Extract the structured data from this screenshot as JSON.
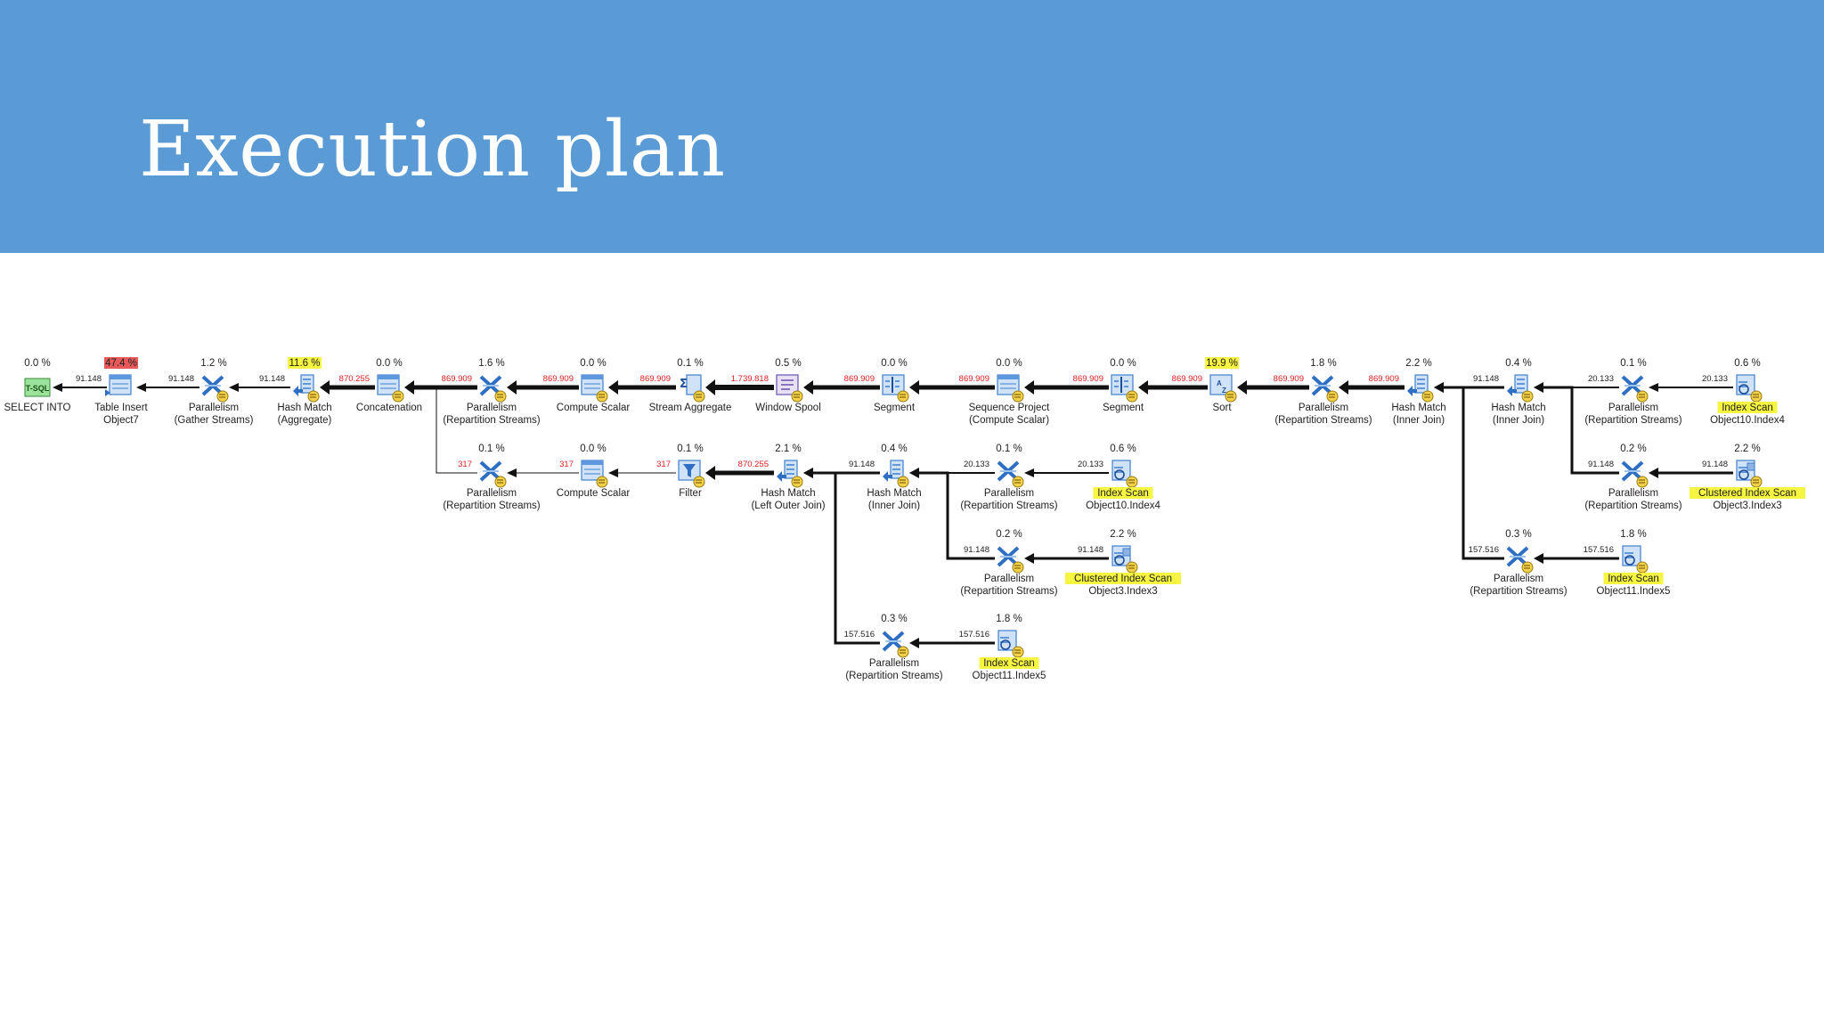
{
  "slide": {
    "title": "Execution plan"
  },
  "colors": {
    "header_bg": "#5b9bd5",
    "title_text": "#ffffff",
    "cost_highlight_high": "#e85a5a",
    "cost_highlight_mid": "#f5f542",
    "name_highlight": "#f5f542",
    "rows_label_large": "#e02020",
    "rows_label_normal": "#222222",
    "arrow": "#111111"
  },
  "plan": {
    "operators": [
      {
        "id": "select_into",
        "name": [
          "SELECT INTO"
        ],
        "cost": "0.0 %",
        "icon": "tsql-icon"
      },
      {
        "id": "table_insert",
        "name": [
          "Table Insert",
          "Object7"
        ],
        "cost": "47.4 %",
        "cost_hl": "high",
        "icon": "table-insert-icon"
      },
      {
        "id": "par_gather",
        "name": [
          "Parallelism",
          "(Gather Streams)"
        ],
        "cost": "1.2 %",
        "icon": "parallelism-icon"
      },
      {
        "id": "hm_agg",
        "name": [
          "Hash Match",
          "(Aggregate)"
        ],
        "cost": "11.6 %",
        "cost_hl": "mid",
        "icon": "hash-match-icon"
      },
      {
        "id": "concat",
        "name": [
          "Concatenation"
        ],
        "cost": "0.0 %",
        "icon": "concatenation-icon"
      },
      {
        "id": "par_rep1",
        "name": [
          "Parallelism",
          "(Repartition Streams)"
        ],
        "cost": "1.6 %",
        "icon": "parallelism-icon"
      },
      {
        "id": "cs1",
        "name": [
          "Compute Scalar"
        ],
        "cost": "0.0 %",
        "icon": "compute-scalar-icon"
      },
      {
        "id": "stream_agg",
        "name": [
          "Stream Aggregate"
        ],
        "cost": "0.1 %",
        "icon": "stream-aggregate-icon"
      },
      {
        "id": "window_spool",
        "name": [
          "Window Spool"
        ],
        "cost": "0.5 %",
        "icon": "window-spool-icon"
      },
      {
        "id": "segment1",
        "name": [
          "Segment"
        ],
        "cost": "0.0 %",
        "icon": "segment-icon"
      },
      {
        "id": "seq_project",
        "name": [
          "Sequence Project",
          "(Compute Scalar)"
        ],
        "cost": "0.0 %",
        "icon": "sequence-project-icon"
      },
      {
        "id": "segment2",
        "name": [
          "Segment"
        ],
        "cost": "0.0 %",
        "icon": "segment-icon"
      },
      {
        "id": "sort",
        "name": [
          "Sort"
        ],
        "cost": "19.9 %",
        "cost_hl": "mid",
        "icon": "sort-icon"
      },
      {
        "id": "par_rep2",
        "name": [
          "Parallelism",
          "(Repartition Streams)"
        ],
        "cost": "1.8 %",
        "icon": "parallelism-icon"
      },
      {
        "id": "hm_ij1",
        "name": [
          "Hash Match",
          "(Inner Join)"
        ],
        "cost": "2.2 %",
        "icon": "hash-match-icon"
      },
      {
        "id": "hm_ij2",
        "name": [
          "Hash Match",
          "(Inner Join)"
        ],
        "cost": "0.4 %",
        "icon": "hash-match-icon"
      },
      {
        "id": "par_rep3",
        "name": [
          "Parallelism",
          "(Repartition Streams)"
        ],
        "cost": "0.1 %",
        "icon": "parallelism-icon"
      },
      {
        "id": "is_o10a",
        "name": [
          "Index Scan",
          "Object10.Index4"
        ],
        "cost": "0.6 %",
        "name_hl": true,
        "icon": "index-scan-icon"
      },
      {
        "id": "par_rep4",
        "name": [
          "Parallelism",
          "(Repartition Streams)"
        ],
        "cost": "0.2 %",
        "icon": "parallelism-icon"
      },
      {
        "id": "cis_o3a",
        "name": [
          "Clustered Index Scan",
          "Object3.Index3"
        ],
        "cost": "2.2 %",
        "name_hl": true,
        "icon": "clustered-index-scan-icon"
      },
      {
        "id": "par_rep5",
        "name": [
          "Parallelism",
          "(Repartition Streams)"
        ],
        "cost": "0.3 %",
        "icon": "parallelism-icon"
      },
      {
        "id": "is_o11a",
        "name": [
          "Index Scan",
          "Object11.Index5"
        ],
        "cost": "1.8 %",
        "name_hl": true,
        "icon": "index-scan-icon"
      },
      {
        "id": "par_rep6",
        "name": [
          "Parallelism",
          "(Repartition Streams)"
        ],
        "cost": "0.1 %",
        "icon": "parallelism-icon"
      },
      {
        "id": "cs2",
        "name": [
          "Compute Scalar"
        ],
        "cost": "0.0 %",
        "icon": "compute-scalar-icon"
      },
      {
        "id": "filter",
        "name": [
          "Filter"
        ],
        "cost": "0.1 %",
        "icon": "filter-icon"
      },
      {
        "id": "hm_loj",
        "name": [
          "Hash Match",
          "(Left Outer Join)"
        ],
        "cost": "2.1 %",
        "icon": "hash-match-icon"
      },
      {
        "id": "hm_ij3",
        "name": [
          "Hash Match",
          "(Inner Join)"
        ],
        "cost": "0.4 %",
        "icon": "hash-match-icon"
      },
      {
        "id": "par_rep7",
        "name": [
          "Parallelism",
          "(Repartition Streams)"
        ],
        "cost": "0.1 %",
        "icon": "parallelism-icon"
      },
      {
        "id": "is_o10b",
        "name": [
          "Index Scan",
          "Object10.Index4"
        ],
        "cost": "0.6 %",
        "name_hl": true,
        "icon": "index-scan-icon"
      },
      {
        "id": "par_rep8",
        "name": [
          "Parallelism",
          "(Repartition Streams)"
        ],
        "cost": "0.2 %",
        "icon": "parallelism-icon"
      },
      {
        "id": "cis_o3b",
        "name": [
          "Clustered Index Scan",
          "Object3.Index3"
        ],
        "cost": "2.2 %",
        "name_hl": true,
        "icon": "clustered-index-scan-icon"
      },
      {
        "id": "par_rep9",
        "name": [
          "Parallelism",
          "(Repartition Streams)"
        ],
        "cost": "0.3 %",
        "icon": "parallelism-icon"
      },
      {
        "id": "is_o11b",
        "name": [
          "Index Scan",
          "Object11.Index5"
        ],
        "cost": "1.8 %",
        "name_hl": true,
        "icon": "index-scan-icon"
      }
    ],
    "edges": [
      {
        "from": "table_insert",
        "to": "select_into",
        "rows": "91.148",
        "weight": 2
      },
      {
        "from": "par_gather",
        "to": "table_insert",
        "rows": "91.148",
        "weight": 2
      },
      {
        "from": "hm_agg",
        "to": "par_gather",
        "rows": "91.148",
        "weight": 2
      },
      {
        "from": "concat",
        "to": "hm_agg",
        "rows": "870.255",
        "large": true,
        "weight": 5
      },
      {
        "from": "par_rep1",
        "to": "concat",
        "rows": "869.909",
        "large": true,
        "weight": 5
      },
      {
        "from": "cs1",
        "to": "par_rep1",
        "rows": "869.909",
        "large": true,
        "weight": 5
      },
      {
        "from": "stream_agg",
        "to": "cs1",
        "rows": "869.909",
        "large": true,
        "weight": 5
      },
      {
        "from": "window_spool",
        "to": "stream_agg",
        "rows": "1.739.818",
        "large": true,
        "weight": 6
      },
      {
        "from": "segment1",
        "to": "window_spool",
        "rows": "869.909",
        "large": true,
        "weight": 5
      },
      {
        "from": "seq_project",
        "to": "segment1",
        "rows": "869.909",
        "large": true,
        "weight": 5
      },
      {
        "from": "segment2",
        "to": "seq_project",
        "rows": "869.909",
        "large": true,
        "weight": 5
      },
      {
        "from": "sort",
        "to": "segment2",
        "rows": "869.909",
        "large": true,
        "weight": 5
      },
      {
        "from": "par_rep2",
        "to": "sort",
        "rows": "869.909",
        "large": true,
        "weight": 5
      },
      {
        "from": "hm_ij1",
        "to": "par_rep2",
        "rows": "869.909",
        "large": true,
        "weight": 5
      },
      {
        "from": "hm_ij2",
        "to": "hm_ij1",
        "rows": "91.148",
        "weight": 3
      },
      {
        "from": "par_rep5",
        "to": "hm_ij1",
        "rows": "157.516",
        "weight": 3
      },
      {
        "from": "par_rep3",
        "to": "hm_ij2",
        "rows": "20.133",
        "weight": 2
      },
      {
        "from": "par_rep4",
        "to": "hm_ij2",
        "rows": "91.148",
        "weight": 3
      },
      {
        "from": "is_o10a",
        "to": "par_rep3",
        "rows": "20.133",
        "weight": 2
      },
      {
        "from": "cis_o3a",
        "to": "par_rep4",
        "rows": "91.148",
        "weight": 3
      },
      {
        "from": "is_o11a",
        "to": "par_rep5",
        "rows": "157.516",
        "weight": 3
      },
      {
        "from": "par_rep6",
        "to": "concat",
        "rows": "317",
        "large": true,
        "weight": 1
      },
      {
        "from": "cs2",
        "to": "par_rep6",
        "rows": "317",
        "large": true,
        "weight": 1
      },
      {
        "from": "filter",
        "to": "cs2",
        "rows": "317",
        "large": true,
        "weight": 1
      },
      {
        "from": "hm_loj",
        "to": "filter",
        "rows": "870.255",
        "large": true,
        "weight": 5
      },
      {
        "from": "hm_ij3",
        "to": "hm_loj",
        "rows": "91.148",
        "weight": 3
      },
      {
        "from": "par_rep9",
        "to": "hm_loj",
        "rows": "157.516",
        "weight": 3
      },
      {
        "from": "par_rep7",
        "to": "hm_ij3",
        "rows": "20.133",
        "weight": 2
      },
      {
        "from": "par_rep8",
        "to": "hm_ij3",
        "rows": "91.148",
        "weight": 3
      },
      {
        "from": "is_o10b",
        "to": "par_rep7",
        "rows": "20.133",
        "weight": 2
      },
      {
        "from": "cis_o3b",
        "to": "par_rep8",
        "rows": "91.148",
        "weight": 3
      },
      {
        "from": "is_o11b",
        "to": "par_rep9",
        "rows": "157.516",
        "weight": 3
      }
    ]
  }
}
